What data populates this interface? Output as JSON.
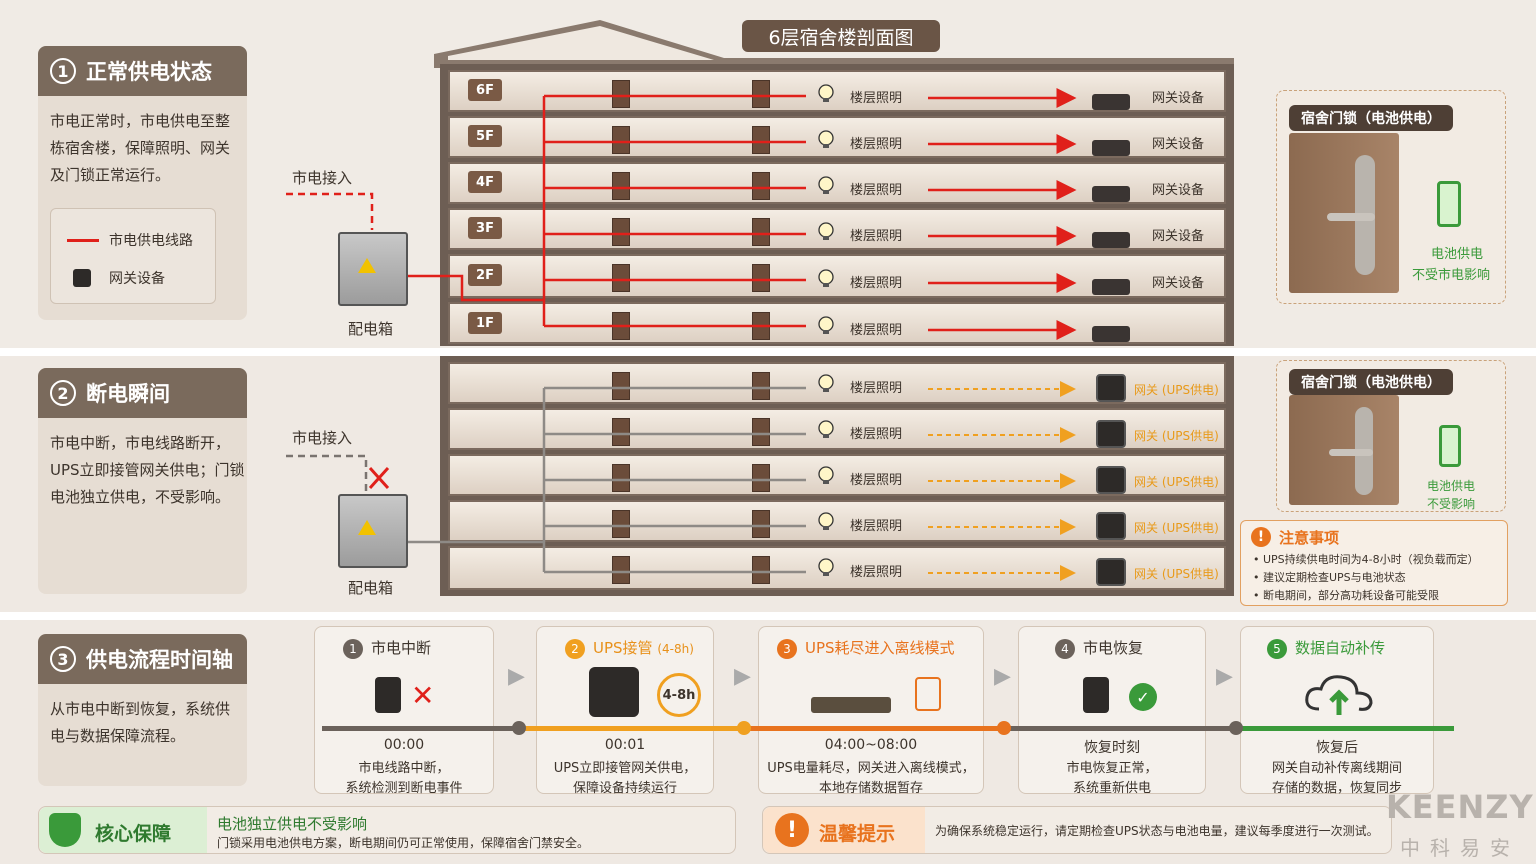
{
  "diagram_title": "6层宿舍楼剖面图",
  "sections": {
    "s1": {
      "num": "1",
      "title": "正常供电状态",
      "desc": "市电正常时，市电供电至整栋宿舍楼，保障照明、网关及门锁正常运行。"
    },
    "s2": {
      "num": "2",
      "title": "断电瞬间",
      "desc": "市电中断，市电线路断开，UPS立即接管网关供电；门锁电池独立供电，不受影响。"
    },
    "s3": {
      "num": "3",
      "title": "供电流程时间轴",
      "desc": "从市电中断到恢复，系统供电与数据保障流程。"
    }
  },
  "legend": {
    "line": "市电供电线路",
    "gateway": "网关设备"
  },
  "mains_label": "市电接入",
  "cabinet_label": "配电箱",
  "floors": [
    "6F",
    "5F",
    "4F",
    "3F",
    "2F",
    "1F"
  ],
  "light_label": "楼层照明",
  "gateway_label": "网关设备",
  "ups_gateway_label": "网关 (UPS供电)",
  "lock1": {
    "title": "宿舍门锁（电池供电）",
    "note1": "电池供电",
    "note2": "不受市电影响"
  },
  "lock2": {
    "title": "宿舍门锁（电池供电）",
    "note1": "电池供电",
    "note2": "不受影响"
  },
  "notice": {
    "title": "注意事项",
    "items": [
      "UPS持续供电时间为4-8小时（视负载而定）",
      "建议定期检查UPS与电池状态",
      "断电期间，部分高功耗设备可能受限"
    ]
  },
  "timeline": [
    {
      "num": "1",
      "title": "市电中断",
      "time": "00:00",
      "d1": "市电线路中断，",
      "d2": "系统检测到断电事件",
      "color": "#6b625b"
    },
    {
      "num": "2",
      "title": "UPS接管",
      "title_sub": "(4-8h)",
      "badge": "4-8h",
      "time": "00:01",
      "d1": "UPS立即接管网关供电，",
      "d2": "保障设备持续运行",
      "color": "#f0a020"
    },
    {
      "num": "3",
      "title": "UPS耗尽进入离线模式",
      "time": "04:00~08:00",
      "d1": "UPS电量耗尽，网关进入离线模式，",
      "d2": "本地存储数据暂存",
      "color": "#e8731e"
    },
    {
      "num": "4",
      "title": "市电恢复",
      "time": "恢复时刻",
      "d1": "市电恢复正常，",
      "d2": "系统重新供电",
      "color": "#6b625b"
    },
    {
      "num": "5",
      "title": "数据自动补传",
      "time": "恢复后",
      "d1": "网关自动补传离线期间",
      "d2": "存储的数据，恢复同步",
      "color": "#3a9a3a"
    }
  ],
  "core": {
    "title": "核心保障",
    "headline": "电池独立供电不受影响",
    "desc": "门锁采用电池供电方案，断电期间仍可正常使用，保障宿舍门禁安全。"
  },
  "tip": {
    "title": "温馨提示",
    "desc": "为确保系统稳定运行，请定期检查UPS状态与电池电量，建议每季度进行一次测试。"
  },
  "brand": {
    "en": "KEENZY",
    "cn": "中科易安"
  },
  "colors": {
    "mains": "#e0201a",
    "ups": "#f0a020",
    "accent_brown": "#7a6a5c",
    "green": "#3a9a3a"
  }
}
